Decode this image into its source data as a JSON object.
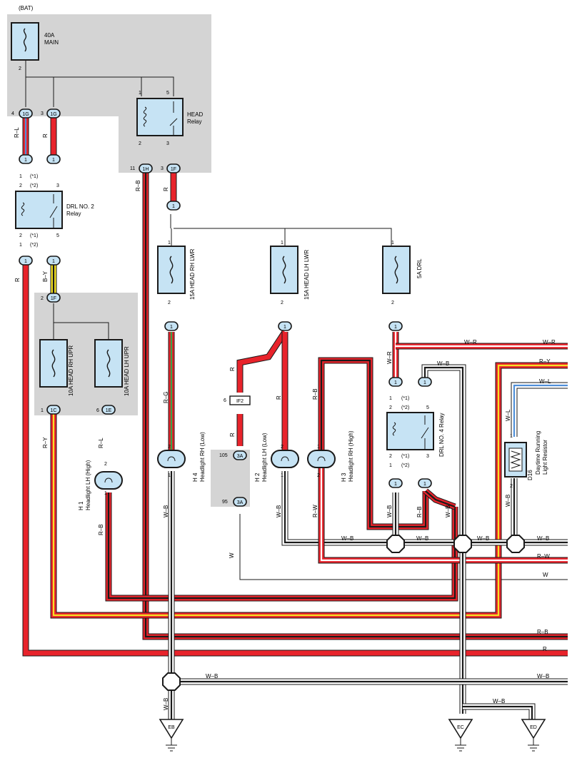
{
  "colors": {
    "red": "#e8232b",
    "white": "#ffffff",
    "black": "#1a1a1a",
    "yellow": "#f4e224",
    "blue": "#4f8fd9",
    "green": "#38a24a",
    "component": "#c6e3f4",
    "shade": "#d4d4d4"
  },
  "top": {
    "bat": "(BAT)",
    "main_fuse": "40A\nMAIN",
    "main_pin": "2"
  },
  "head_relay": {
    "name": "HEAD\nRelay",
    "p1": "1",
    "p5": "5",
    "p2": "2",
    "p3": "3"
  },
  "drl2_relay": {
    "name": "DRL NO. 2\nRelay",
    "p1": "1",
    "p2": "2",
    "p3": "3",
    "p5": "5",
    "s1": "(*1)",
    "s2": "(*2)",
    "pin2b": "2",
    "pin1b": "1"
  },
  "connectors": {
    "c1g": "1G",
    "c1h": "1H",
    "c1f": "1F",
    "c1c": "1C",
    "c1e": "1E",
    "c3a": "3A",
    "if2": "IF2",
    "one": "1"
  },
  "pins": {
    "p4": "4",
    "p3": "3",
    "p11": "11",
    "p3b": "3",
    "p2": "2",
    "p1": "1",
    "p6": "6",
    "p105": "105",
    "p95": "95",
    "p6b": "6"
  },
  "fuses": {
    "rh_upr": "10A HEAD RH UPR",
    "lh_upr": "10A HEAD LH UPR",
    "rh_lwr": "15A HEAD RH LWR",
    "lh_lwr": "15A HEAD LH LWR",
    "drl": "5A DRL"
  },
  "headlights": {
    "h1_code": "H 1",
    "h1_name": "Headlight LH (High)",
    "h4_code": "H 4",
    "h4_name": "Headlight RH (Low)",
    "h2_code": "H 2",
    "h2_name": "Headlight LH (Low)",
    "h3_code": "H 3",
    "h3_name": "Headlight RH (High)"
  },
  "drl4_relay": {
    "name": "DRL NO. 4 Relay",
    "s1": "(*1)",
    "s2": "(*2)"
  },
  "resistor": {
    "code": "D16",
    "name": "Daytime Running\nLight Resistor"
  },
  "wires": {
    "rl": "R–L",
    "r": "R",
    "rb": "R–B",
    "by": "B–Y",
    "ry": "R–Y",
    "rg": "R–G",
    "wb": "W–B",
    "wr": "W–R",
    "rw": "R–W",
    "w": "W",
    "wl": "W–L"
  },
  "grounds": {
    "eb": "EB",
    "ec": "EC",
    "ed": "ED"
  }
}
